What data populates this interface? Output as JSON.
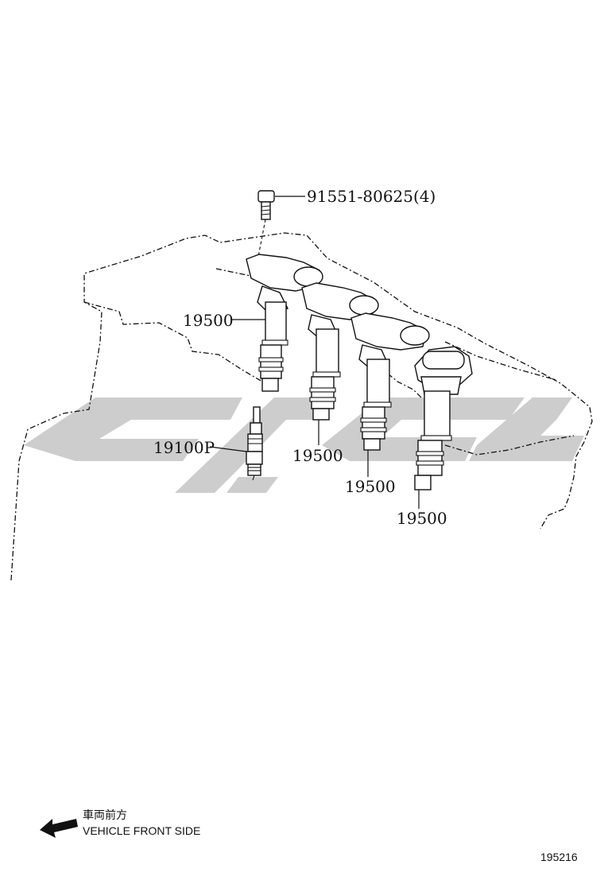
{
  "callouts": {
    "bolt": "91551-80625(4)",
    "coil_1": "19500",
    "coil_2": "19500",
    "coil_3": "19500",
    "coil_4": "19500",
    "spark_plug": "19100P"
  },
  "direction": {
    "label_jp": "車両前方",
    "label_en": "VEHICLE FRONT SIDE",
    "icon": "arrow-left-icon"
  },
  "diagram_code": "195216",
  "colors": {
    "line": "#111111",
    "watermark": "#c8c8c8"
  }
}
